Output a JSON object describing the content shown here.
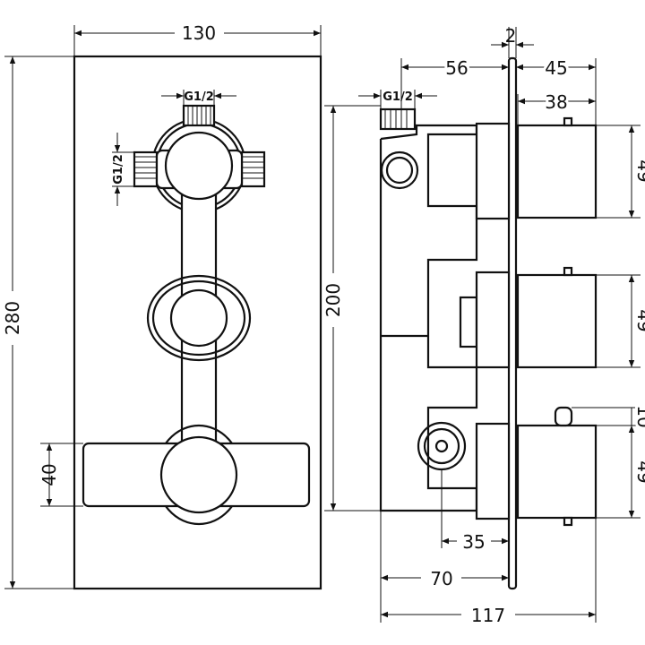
{
  "title": "Concealed thermostatic shower mixer - technical drawing",
  "front_view": {
    "width": "130",
    "height": "280",
    "lever": "40",
    "thread_top": "G1/2",
    "thread_side": "G1/2"
  },
  "side_view": {
    "plate": "2",
    "body_depth": "56",
    "knob_depth_total": "45",
    "knob_depth": "38",
    "thread_top": "G1/2",
    "height": "200",
    "knob1": "49",
    "knob2": "49",
    "knob3": "49",
    "pin": "10",
    "outlet": "35",
    "body_total": "70",
    "overall": "117"
  }
}
